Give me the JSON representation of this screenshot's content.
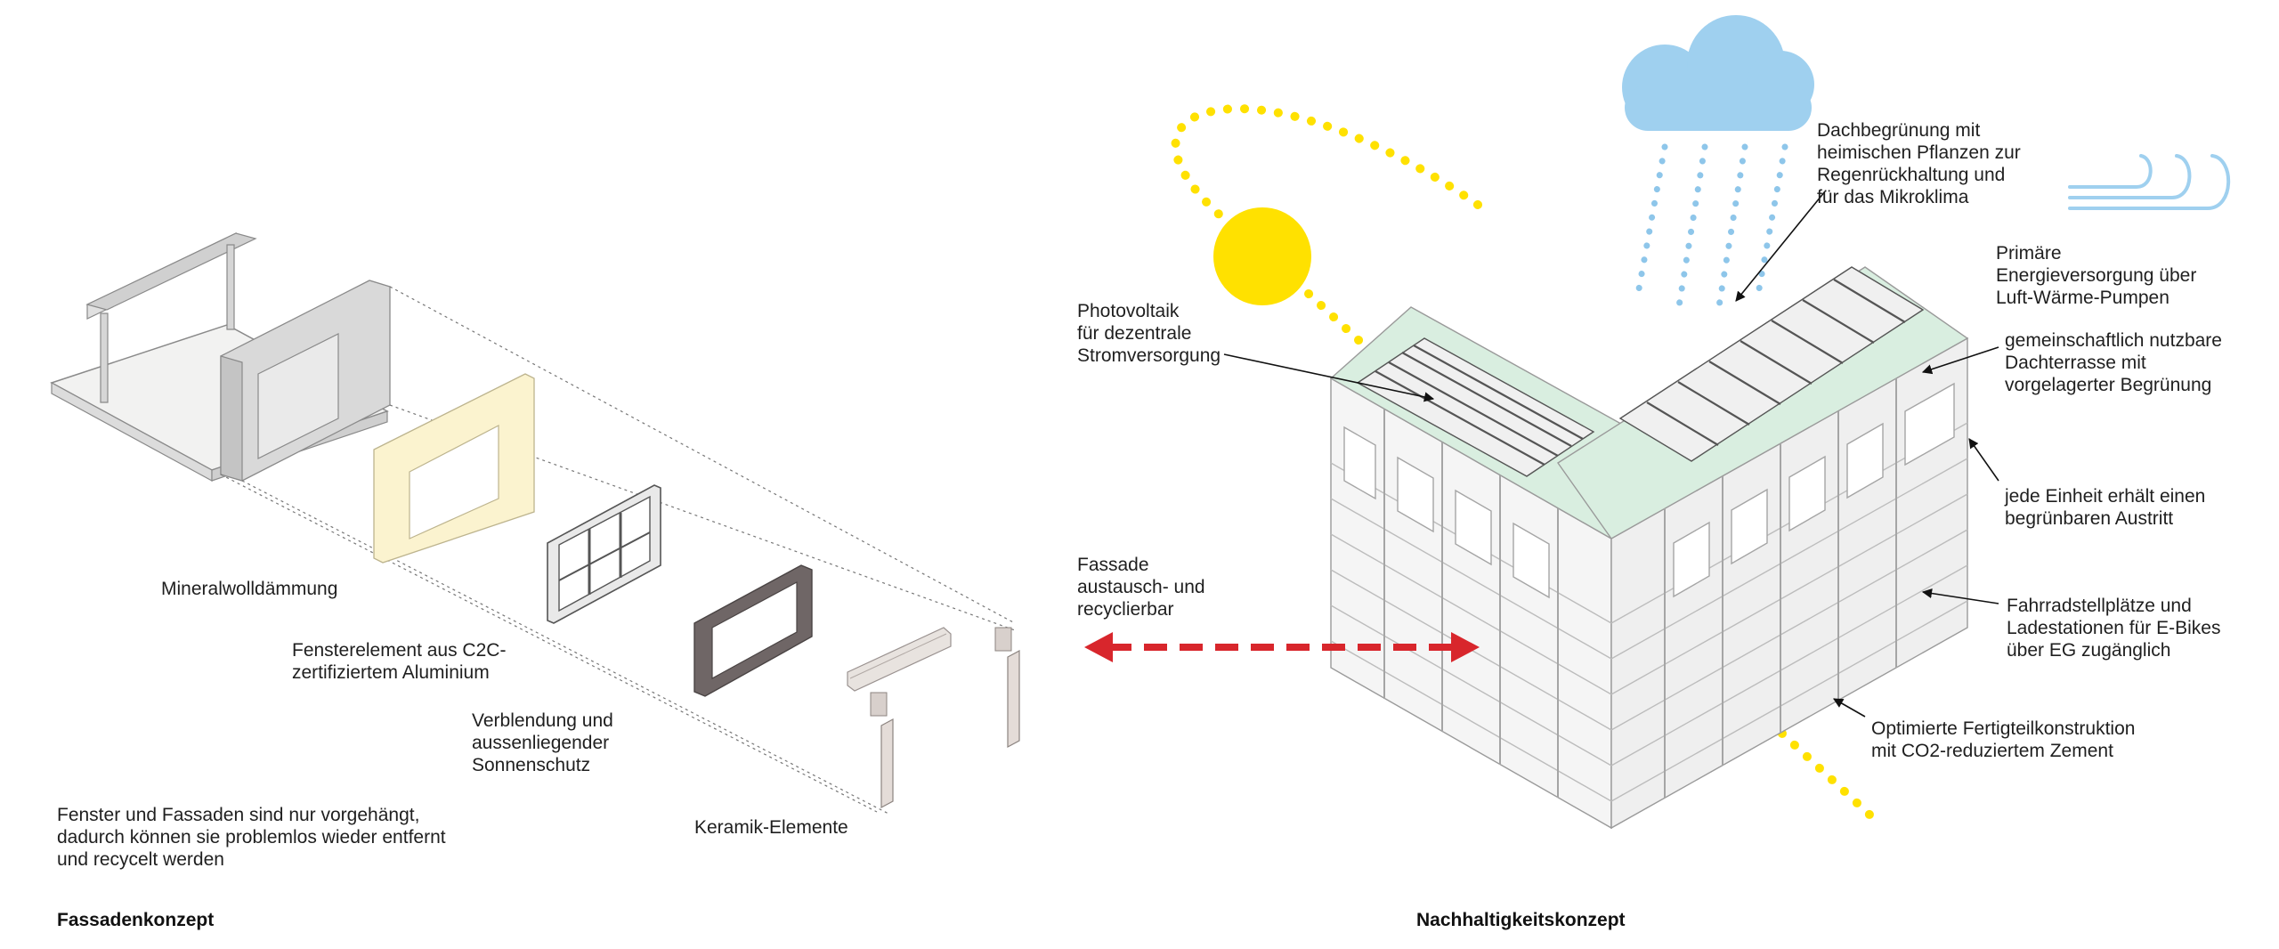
{
  "left": {
    "caption": "Fassadenkonzept",
    "labels": {
      "mineralwolle": "Mineralwolldämmung",
      "fenster": "Fensterelement aus C2C-\nzertifiziertem Aluminium",
      "verblendung": "Verblendung und\naussenliegender\nSonnenschutz",
      "keramik": "Keramik-Elemente",
      "note": "Fenster und Fassaden sind nur vorgehängt,\ndadurch können sie problemlos wieder entfernt\nund recycelt werden"
    }
  },
  "right": {
    "caption": "Nachhaltigkeitskonzept",
    "labels": {
      "dachbegruenung": "Dachbegrünung mit\nheimischen Pflanzen zur\nRegenrückhaltung und\nfür das Mikroklima",
      "energie": "Primäre\nEnergieversorgung über\nLuft-Wärme-Pumpen",
      "photovoltaik": "Photovoltaik\nfür dezentrale\nStromversorgung",
      "dachterrasse": "gemeinschaftlich nutzbare\nDachterrasse mit\nvorgelagerter Begrünung",
      "austritt": "jede Einheit erhält einen\nbegrünbaren Austritt",
      "fassade": "Fassade\naustausch- und\nrecyclierbar",
      "fahrrad": "Fahrradstellplätze und\nLadestationen für E-Bikes\nüber EG zugänglich",
      "fertigteil": "Optimierte Fertigteilkonstruktion\nmit CO2-reduziertem Zement"
    }
  },
  "colors": {
    "sun": "#ffe100",
    "cloud": "#9fd0ef",
    "rain": "#8ec6ea",
    "wind": "#9fd0ef",
    "arrow": "#d8262c",
    "roof_green": "#d9eee0",
    "insulation": "#fbf3cf",
    "frame": "#6f6666"
  },
  "icons": [
    "sun-icon",
    "cloud-icon",
    "rain-icon",
    "wind-icon",
    "double-arrow-icon"
  ]
}
